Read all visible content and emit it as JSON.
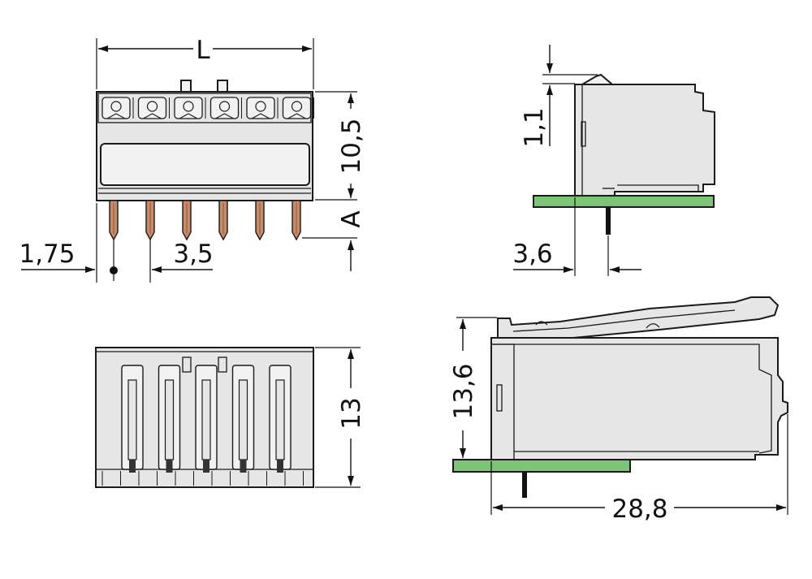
{
  "colors": {
    "body_fill": "#e6e6e6",
    "body_light": "#f2f2f2",
    "pin_fill": "#c98a6a",
    "pcb_fill": "#7cc576",
    "line": "#1a1a1a"
  },
  "dimensions": {
    "length": "L",
    "height_front": "10,5",
    "pin_length": "A",
    "edge_offset": "1,75",
    "pitch": "3,5",
    "latch_offset": "1,1",
    "pin_offset_side": "3,6",
    "height_with_lever": "13,6",
    "depth_top": "13",
    "total_length": "28,8"
  }
}
